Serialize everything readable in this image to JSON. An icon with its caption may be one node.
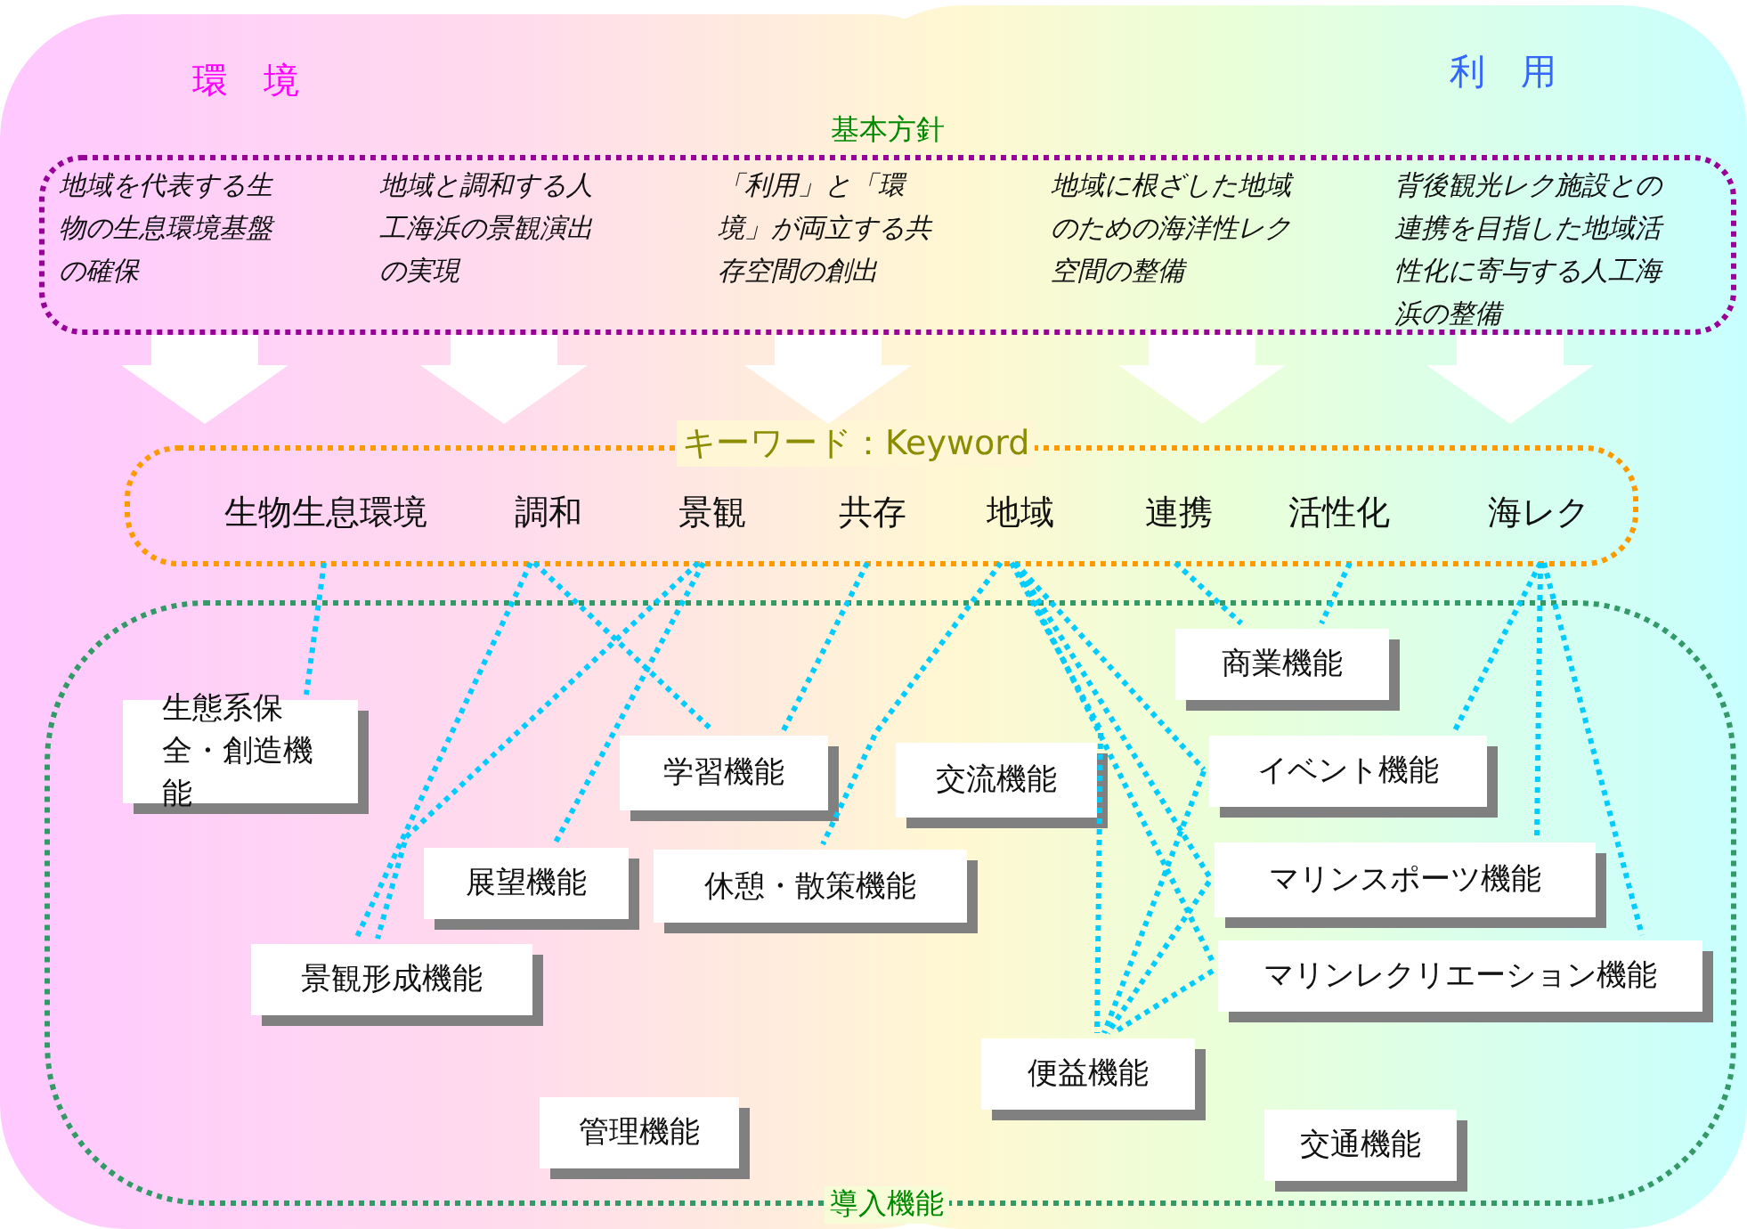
{
  "diagram": {
    "nodes": [
      {
        "text": [
          "基本方針",
          "地域を代表する生物の生息環境基盤の確保",
          "地域と調和する人工海浜の景観演出の実現",
          "「利用」と「環境」が両立する共存空間の創出",
          "地域に根ざした地域のための海洋性レク空間の整備",
          "背後観光レク施設との連携を目指した地域活性化に寄与する人工海浜の整備"
        ]
      },
      {
        "text": [
          "キーワード：Keyword"
        ]
      },
      {
        "text": [
          "生物生息環境"
        ],
        "in": 1
      },
      {
        "text": [
          "調和"
        ],
        "in": 1
      },
      {
        "text": [
          "景観"
        ],
        "in": 1
      },
      {
        "text": [
          "共存"
        ],
        "in": 1
      },
      {
        "text": [
          "地域"
        ],
        "in": 1
      },
      {
        "text": [
          "連携"
        ],
        "in": 1
      },
      {
        "text": [
          "活性化"
        ],
        "in": 1
      },
      {
        "text": [
          "海レク"
        ],
        "in": 1
      },
      {
        "text": [
          "導入機能"
        ]
      },
      {
        "text": [
          "生態系保全・創造機能"
        ],
        "in": 10
      },
      {
        "text": [
          "商業機能"
        ],
        "in": 10
      },
      {
        "text": [
          "学習機能"
        ],
        "in": 10
      },
      {
        "text": [
          "交流機能"
        ],
        "in": 10
      },
      {
        "text": [
          "イベント機能"
        ],
        "in": 10
      },
      {
        "text": [
          "展望機能"
        ],
        "in": 10
      },
      {
        "text": [
          "休憩・散策機能"
        ],
        "in": 10
      },
      {
        "text": [
          "マリンスポーツ機能"
        ],
        "in": 10
      },
      {
        "text": [
          "景観形成機能"
        ],
        "in": 10
      },
      {
        "text": [
          "マリンレクリエーション機能"
        ],
        "in": 10
      },
      {
        "text": [
          "便益機能"
        ],
        "in": 10
      },
      {
        "text": [
          "管理機能"
        ],
        "in": 10
      },
      {
        "text": [
          "交通機能"
        ],
        "in": 10
      }
    ],
    "edges": [
      {
        "from": 0,
        "to": 1,
        "arrow": "to"
      },
      {
        "from": 0,
        "to": 1,
        "arrow": "to"
      },
      {
        "from": 0,
        "to": 1,
        "arrow": "to"
      },
      {
        "from": 0,
        "to": 1,
        "arrow": "to"
      },
      {
        "from": 0,
        "to": 1,
        "arrow": "to"
      },
      {
        "from": 2,
        "to": 11,
        "arrow": "none"
      },
      {
        "from": 3,
        "to": 13,
        "arrow": "none"
      },
      {
        "from": 3,
        "to": 19,
        "arrow": "none"
      },
      {
        "from": 4,
        "to": 16,
        "arrow": "none"
      },
      {
        "from": 4,
        "to": 19,
        "arrow": "none"
      },
      {
        "from": 5,
        "to": 13,
        "arrow": "none"
      },
      {
        "from": 6,
        "to": 17,
        "arrow": "none"
      },
      {
        "from": 6,
        "to": 21,
        "arrow": "none"
      },
      {
        "from": 6,
        "to": 15,
        "arrow": "none"
      },
      {
        "from": 6,
        "to": 18,
        "arrow": "none"
      },
      {
        "from": 6,
        "to": 20,
        "arrow": "none"
      },
      {
        "from": 7,
        "to": 12,
        "arrow": "none"
      },
      {
        "from": 8,
        "to": 12,
        "arrow": "none"
      },
      {
        "from": 9,
        "to": 15,
        "arrow": "none"
      },
      {
        "from": 9,
        "to": 18,
        "arrow": "none"
      },
      {
        "from": 9,
        "to": 20,
        "arrow": "none"
      },
      {
        "from": 15,
        "to": 21,
        "arrow": "none"
      },
      {
        "from": 18,
        "to": 21,
        "arrow": "none"
      },
      {
        "from": 20,
        "to": 21,
        "arrow": "none"
      }
    ],
    "labels": [
      "環　境",
      "利　用"
    ]
  }
}
